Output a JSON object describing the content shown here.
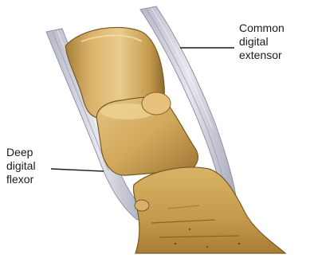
{
  "labels": {
    "common_digital_extensor": [
      "Common",
      "digital",
      "extensor"
    ],
    "deep_digital_flexor": [
      "Deep",
      "digital",
      "flexor"
    ]
  }
}
